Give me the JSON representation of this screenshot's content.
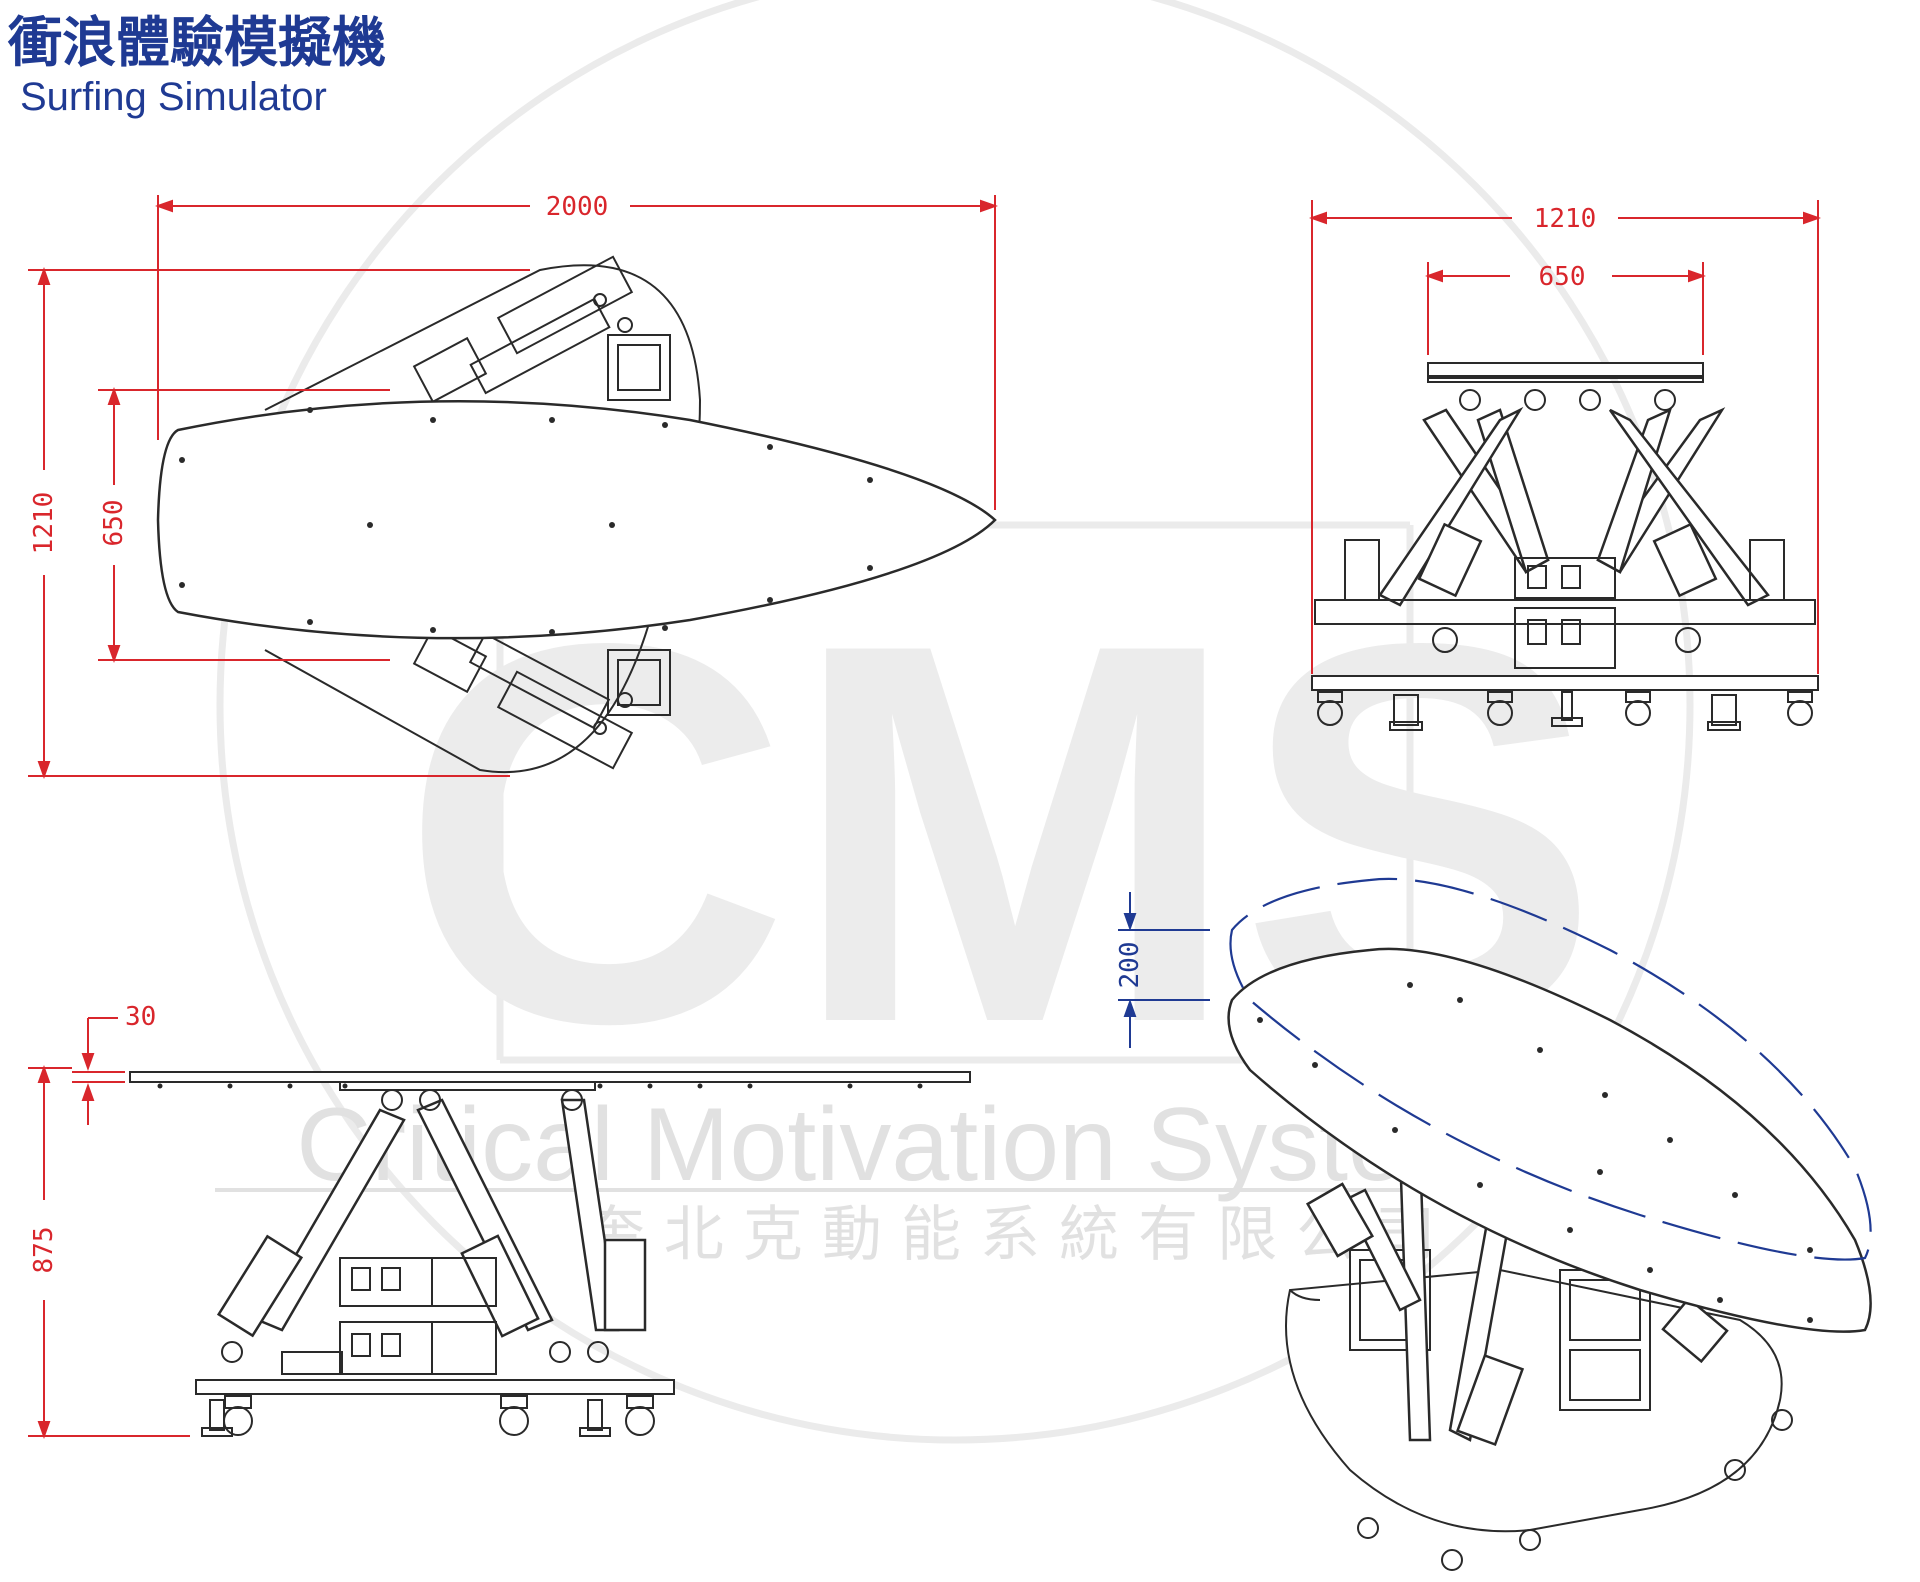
{
  "header": {
    "title_zh": "衝浪體驗模擬機",
    "title_en": "Surfing Simulator"
  },
  "watermark": {
    "logo": "CMS",
    "company_en": "Critical Motivation System . Ltd",
    "company_zh": "奎 北 克 動 能 系 統 有 限 公 司"
  },
  "dimensions": {
    "top_length": "2000",
    "top_width": "1210",
    "top_platform_width": "650",
    "front_width": "1210",
    "front_platform_width": "650",
    "side_board_thickness": "30",
    "side_height": "875",
    "iso_lift": "200"
  },
  "colors": {
    "title": "#1f3a93",
    "dimension": "#d9262c",
    "dimension_iso": "#1f3a93",
    "line": "#2a2a2a",
    "watermark": "#e3e3e3"
  }
}
